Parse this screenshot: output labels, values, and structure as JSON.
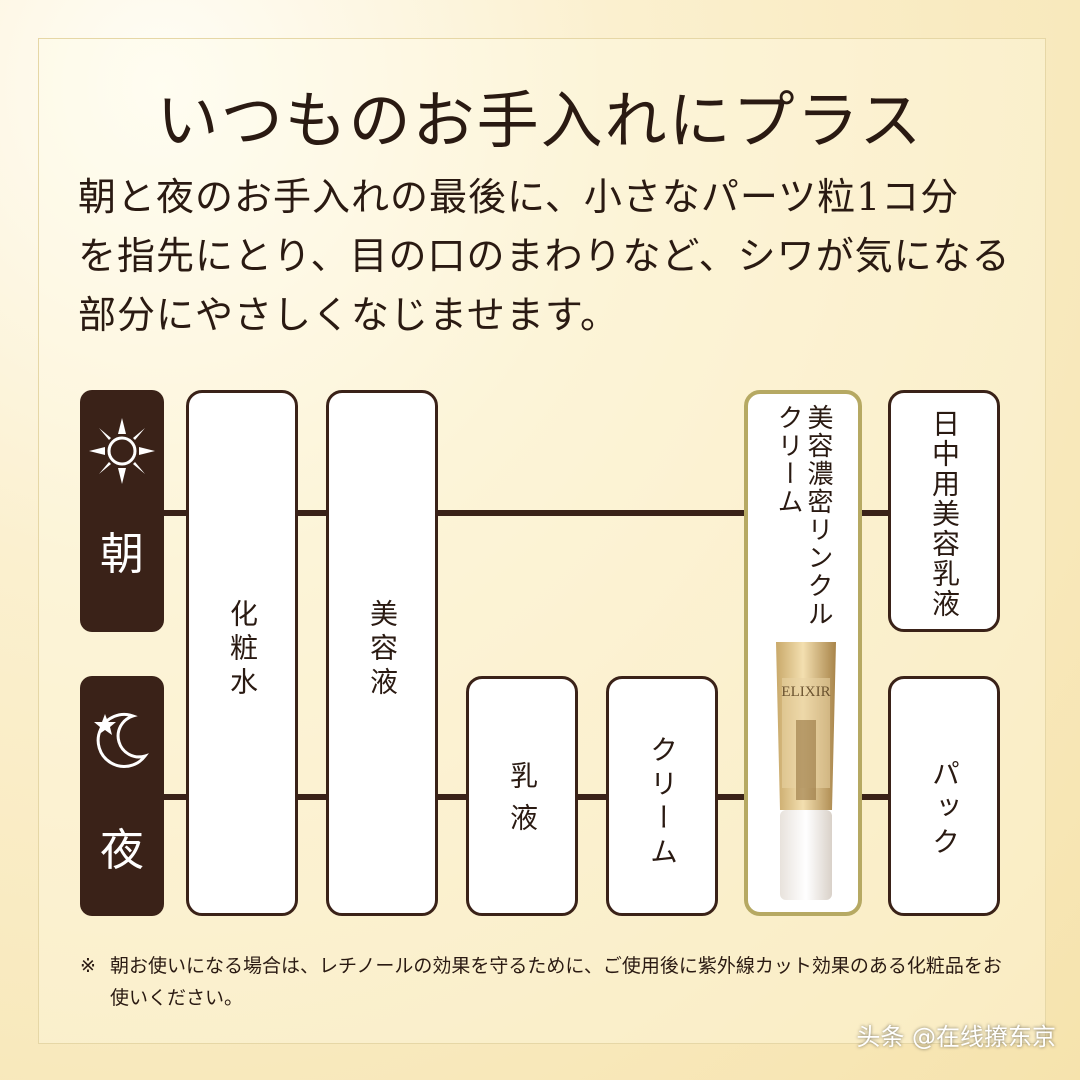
{
  "headline": "いつものお手入れにプラス",
  "description": [
    "朝と夜のお手入れの最後に、小さなパーツ粒1コ分",
    "を指先にとり、目の口のまわりなど、シワが気になる",
    "部分にやさしくなじませます。"
  ],
  "time_labels": {
    "morning": "朝",
    "night": "夜"
  },
  "icons": {
    "morning": "sun-icon",
    "night": "moon-star-icon"
  },
  "steps": {
    "lotion": "化粧水",
    "serum": "美容液",
    "emulsion": "乳液",
    "cream": "クリーム",
    "product": "美容濃密リンクルクリーム",
    "day_emulsion": "日中用美容乳液",
    "mask": "パック"
  },
  "product_brand": "ELIXIR",
  "note": {
    "mark": "※",
    "text": "朝お使いになる場合は、レチノールの効果を守るために、ご使用後に紫外線カット効果のある化粧品をお使いください。"
  },
  "watermark": "头条 @在线撩东京",
  "colors": {
    "dark_brown": "#3a2218",
    "gold_border": "#b6a963",
    "background": "#f8e8b8"
  }
}
